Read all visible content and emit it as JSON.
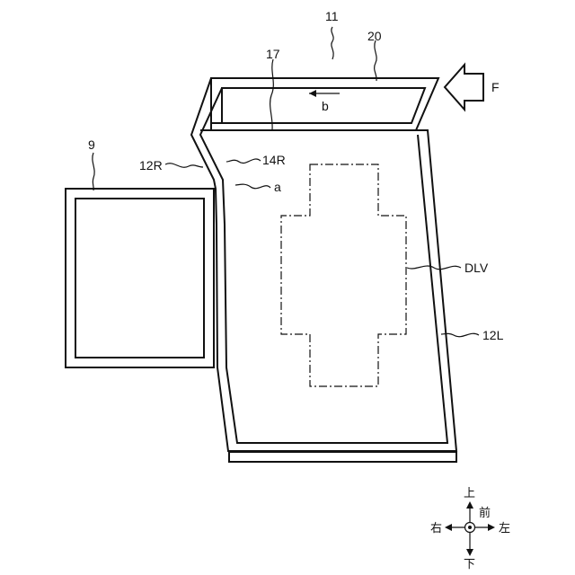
{
  "labels": {
    "assembly": "11",
    "top_panel": "20",
    "top_edge": "17",
    "force": "F",
    "arrow_b": "b",
    "device": "9",
    "right_wall_outer": "12R",
    "right_wall_inner": "14R",
    "gap": "a",
    "region": "DLV",
    "left_wall": "12L"
  },
  "directions": {
    "up": "上",
    "front": "前",
    "down": "下",
    "right": "右",
    "left": "左"
  }
}
